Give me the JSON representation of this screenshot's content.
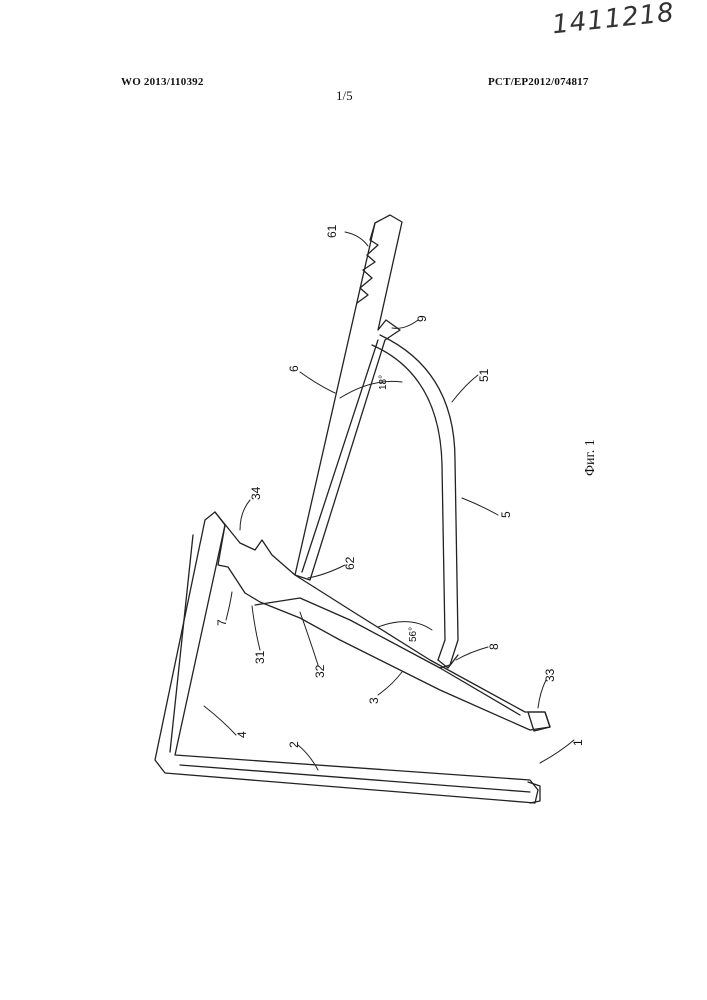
{
  "header": {
    "publication_number": "WO 2013/110392",
    "application_number": "PCT/EP2012/074817",
    "sheet": "1/5",
    "handwritten_number": "1411218"
  },
  "figure": {
    "caption": "Фиг. 1",
    "reference_numerals": [
      "61",
      "9",
      "6",
      "18°",
      "51",
      "34",
      "5",
      "62",
      "7",
      "56°",
      "8",
      "31",
      "32",
      "33",
      "3",
      "4",
      "2",
      "1"
    ]
  }
}
